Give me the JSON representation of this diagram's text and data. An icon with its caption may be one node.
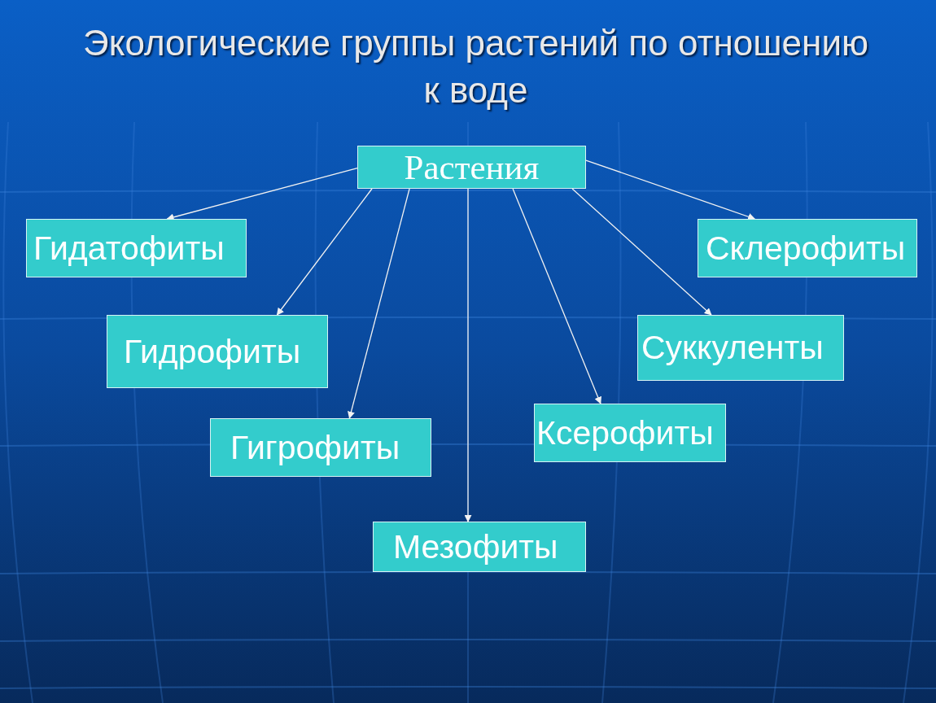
{
  "diagram": {
    "title": "Экологические группы растений по отношению к воде",
    "nodes": [
      {
        "text": [
          "Растения"
        ]
      },
      {
        "text": [
          "Гидатофиты"
        ]
      },
      {
        "text": [
          "Склерофиты"
        ]
      },
      {
        "text": [
          "Гидрофиты"
        ]
      },
      {
        "text": [
          "Суккуленты"
        ]
      },
      {
        "text": [
          "Ксерофиты"
        ]
      },
      {
        "text": [
          "Гигрофиты"
        ]
      },
      {
        "text": [
          "Мезофиты"
        ]
      }
    ],
    "edges": [
      {
        "from": 0,
        "to": 1,
        "arrow": "to"
      },
      {
        "from": 0,
        "to": 2,
        "arrow": "to"
      },
      {
        "from": 0,
        "to": 3,
        "arrow": "to"
      },
      {
        "from": 0,
        "to": 4,
        "arrow": "to"
      },
      {
        "from": 0,
        "to": 5,
        "arrow": "to"
      },
      {
        "from": 0,
        "to": 6,
        "arrow": "to"
      },
      {
        "from": 0,
        "to": 7,
        "arrow": "to"
      }
    ]
  }
}
